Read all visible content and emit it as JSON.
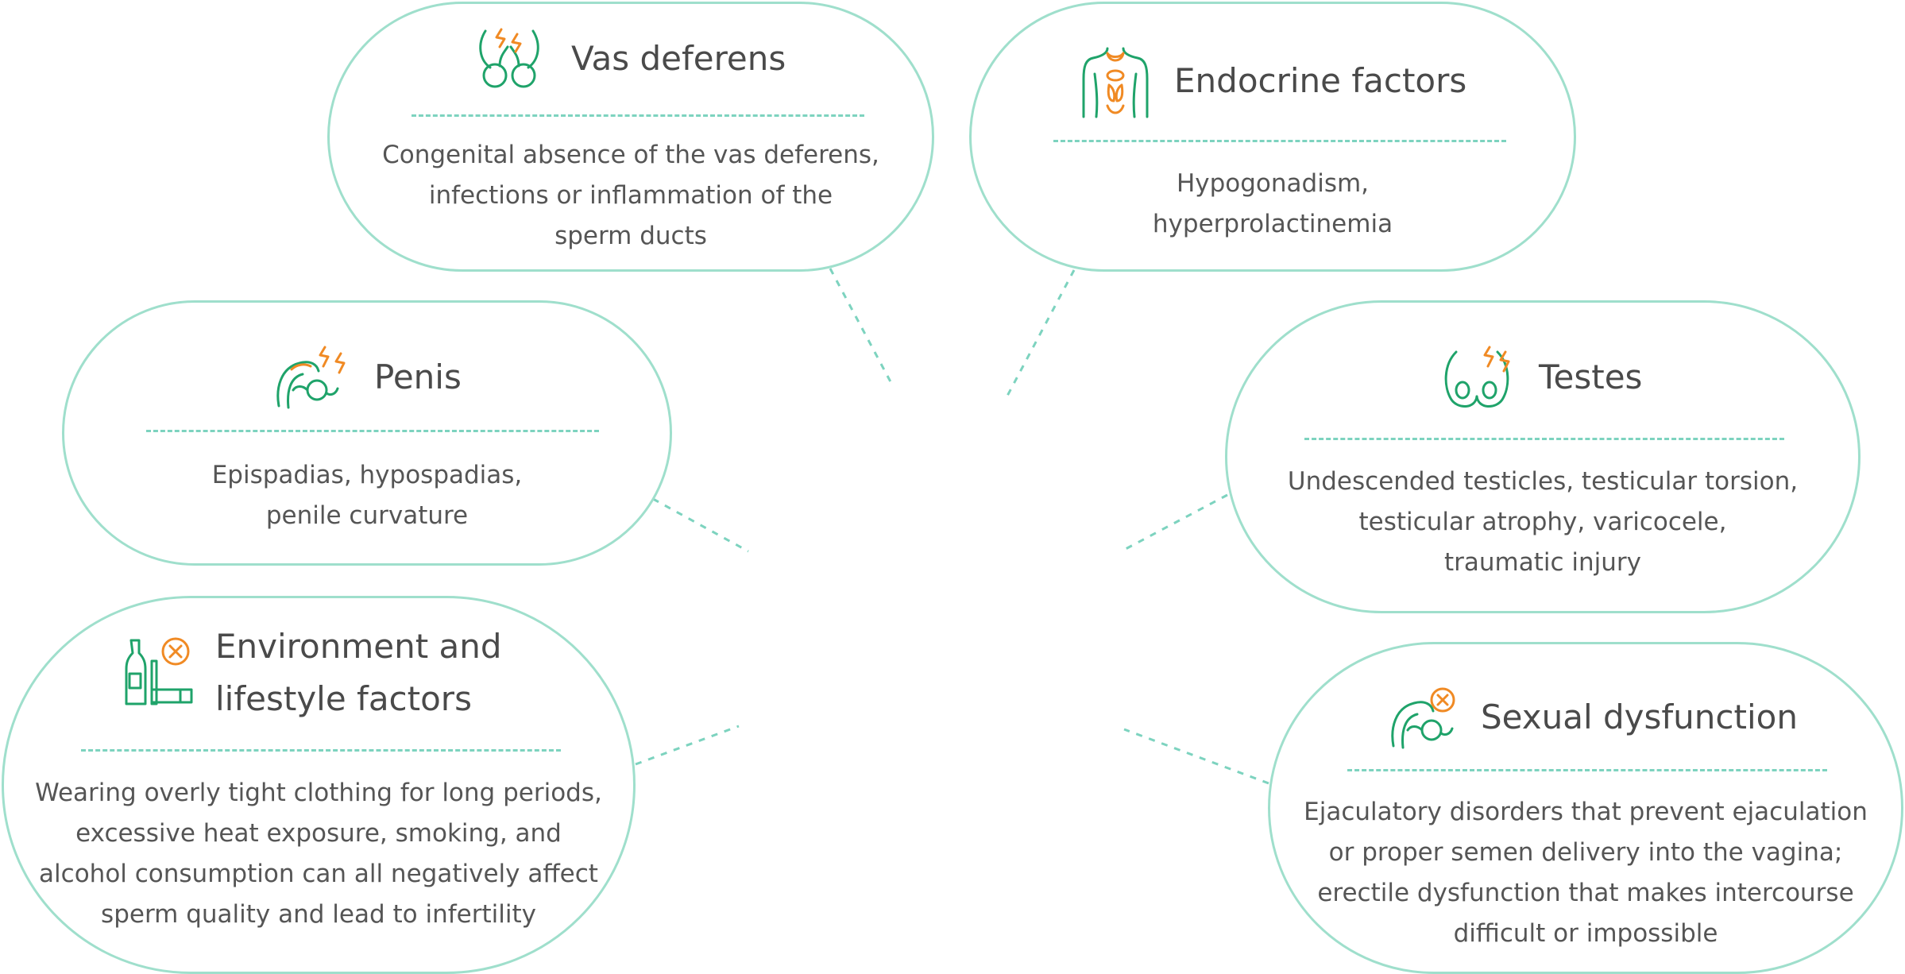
{
  "accent_color": "#9fdfcc",
  "icon_primary_color": "#1fa36a",
  "icon_secondary_color": "#f08a24",
  "cards": {
    "vas_deferens": {
      "icon": "vas-deferens-icon",
      "title": "Vas deferens",
      "lines": [
        "Congenital absence of the vas deferens,",
        "infections or inflammation of the",
        "sperm ducts"
      ]
    },
    "endocrine": {
      "icon": "endocrine-glands-icon",
      "title": "Endocrine factors",
      "lines": [
        "Hypogonadism,",
        "hyperprolactinemia"
      ]
    },
    "penis": {
      "icon": "penis-pain-icon",
      "title": "Penis",
      "lines": [
        "Epispadias, hypospadias,",
        "penile curvature"
      ]
    },
    "testes": {
      "icon": "testes-pain-icon",
      "title": "Testes",
      "lines": [
        "Undescended testicles, testicular torsion,",
        "testicular atrophy, varicocele,",
        "traumatic injury"
      ]
    },
    "environment": {
      "icon": "alcohol-smoking-icon",
      "title_lines": [
        "Environment and",
        "lifestyle factors"
      ],
      "lines": [
        "Wearing overly tight clothing for long periods,",
        "excessive heat exposure, smoking, and",
        "alcohol consumption can all negatively affect",
        "sperm quality and lead to infertility"
      ]
    },
    "sexual": {
      "icon": "sexual-dysfunction-icon",
      "title": "Sexual dysfunction",
      "lines": [
        "Ejaculatory disorders that prevent ejaculation",
        "or proper semen delivery into the vagina;",
        "erectile dysfunction that makes intercourse",
        "difficult or impossible"
      ]
    }
  }
}
